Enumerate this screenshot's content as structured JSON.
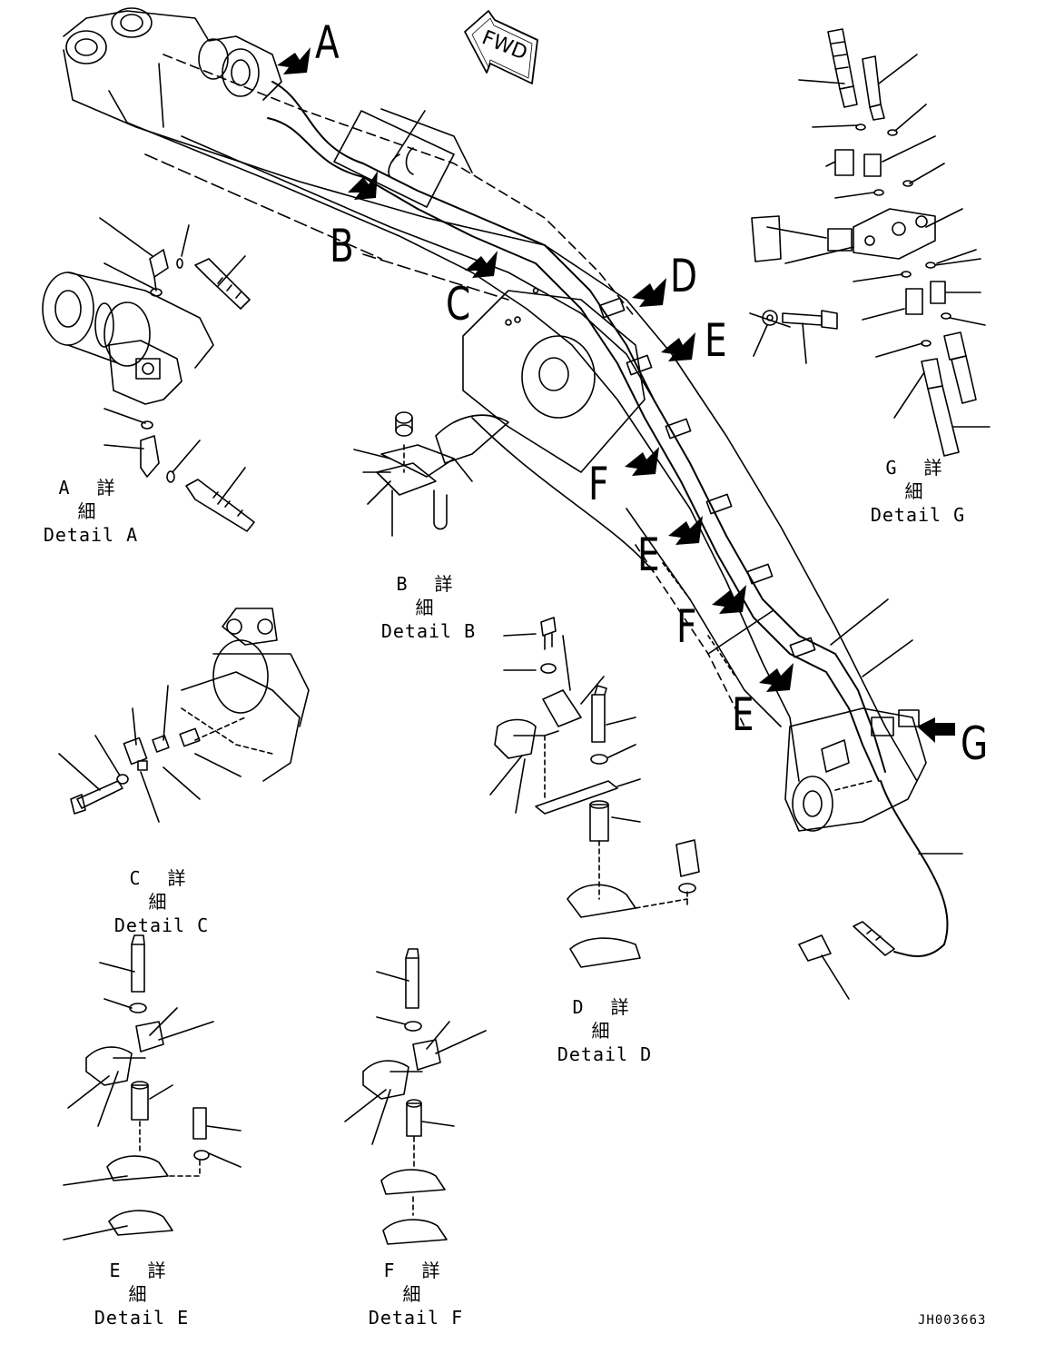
{
  "callouts": [
    "A",
    "B",
    "C",
    "D",
    "E",
    "F",
    "G"
  ],
  "fwd_label": "FWD",
  "details": {
    "a": {
      "jp": "A 詳 細",
      "en": "Detail A"
    },
    "b": {
      "jp": "B 詳 細",
      "en": "Detail B"
    },
    "c": {
      "jp": "C 詳 細",
      "en": "Detail C"
    },
    "d": {
      "jp": "D 詳 細",
      "en": "Detail D"
    },
    "e": {
      "jp": "E 詳 細",
      "en": "Detail E"
    },
    "f": {
      "jp": "F 詳 細",
      "en": "Detail F"
    },
    "g": {
      "jp": "G 詳 細",
      "en": "Detail G"
    }
  },
  "drawing_number": "JH003663"
}
